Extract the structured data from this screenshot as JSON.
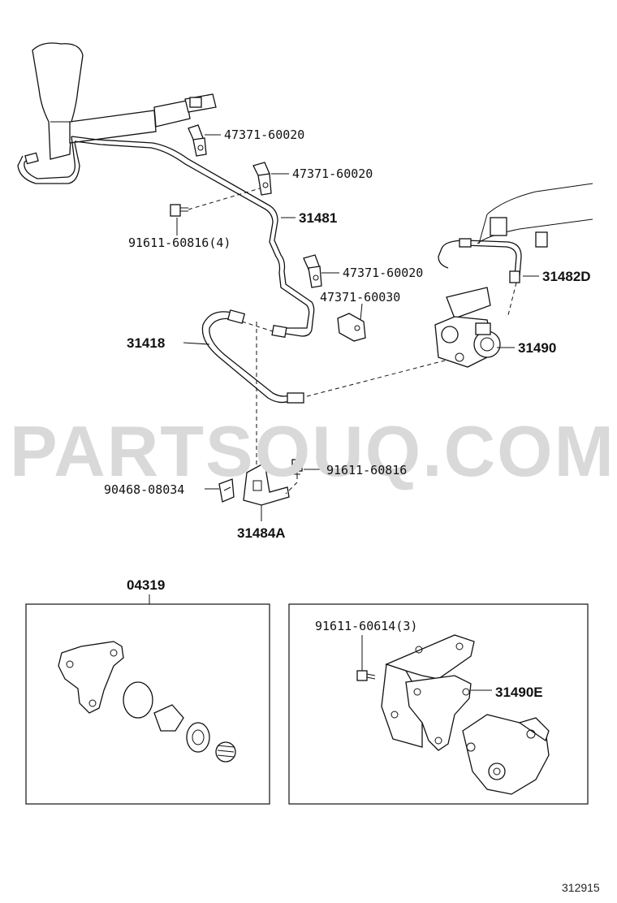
{
  "labels": {
    "p47371_60020_a": "47371-60020",
    "p47371_60020_b": "47371-60020",
    "p31481": "31481",
    "p91611_60816_4": "91611-60816(4)",
    "p47371_60020_c": "47371-60020",
    "p31482D": "31482D",
    "p47371_60030": "47371-60030",
    "p31418": "31418",
    "p31490": "31490",
    "p91611_60816": "91611-60816",
    "p90468_08034": "90468-08034",
    "p31484A": "31484A",
    "p04319": "04319",
    "p91611_60614_3": "91611-60614(3)",
    "p31490E": "31490E"
  },
  "watermark": "PARTSOUQ.COM",
  "diagram_code": "312915",
  "colors": {
    "line": "#111111",
    "watermark": "#d9d9d9",
    "background": "#ffffff"
  }
}
